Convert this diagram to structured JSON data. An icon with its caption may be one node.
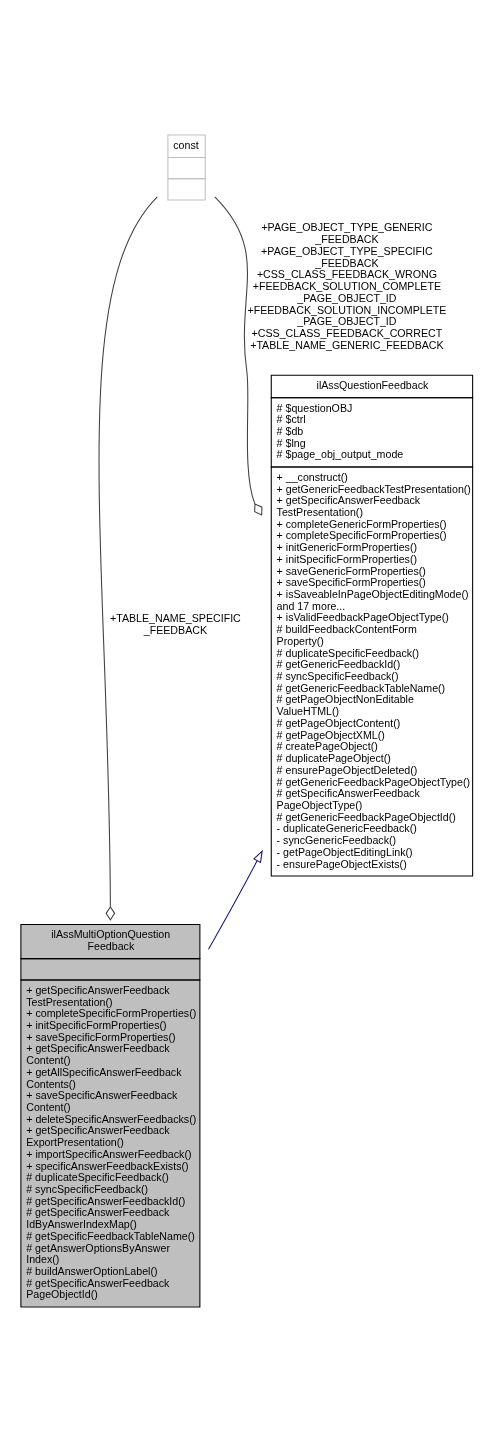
{
  "diagram": {
    "nodes": [
      {
        "text": [
          "const"
        ]
      },
      {
        "text": [
          "ilAssQuestionFeedback",
          "# $questionOBJ",
          "# $ctrl",
          "# $db",
          "# $lng",
          "# $page_obj_output_mode",
          "+ __construct()",
          "+ getGenericFeedbackTestPresentation()",
          "+ getSpecificAnswerFeedback TestPresentation()",
          "+ completeGenericFormProperties()",
          "+ completeSpecificFormProperties()",
          "+ initGenericFormProperties()",
          "+ initSpecificFormProperties()",
          "+ saveGenericFormProperties()",
          "+ saveSpecificFormProperties()",
          "+ isSaveableInPageObjectEditingMode()",
          "and 17 more...",
          "+ isValidFeedbackPageObjectType()",
          "# buildFeedbackContentForm Property()",
          "# duplicateSpecificFeedback()",
          "# getGenericFeedbackId()",
          "# syncSpecificFeedback()",
          "# getGenericFeedbackTableName()",
          "# getPageObjectNonEditable ValueHTML()",
          "# getPageObjectContent()",
          "# getPageObjectXML()",
          "# createPageObject()",
          "# duplicatePageObject()",
          "# ensurePageObjectDeleted()",
          "# getGenericFeedbackPageObjectType()",
          "# getSpecificAnswerFeedback PageObjectType()",
          "# getGenericFeedbackPageObjectId()",
          "- duplicateGenericFeedback()",
          "- syncGenericFeedback()",
          "- getPageObjectEditingLink()",
          "- ensurePageObjectExists()"
        ]
      },
      {
        "text": [
          "ilAssMultiOptionQuestion Feedback",
          "+ getSpecificAnswerFeedback TestPresentation()",
          "+ completeSpecificFormProperties()",
          "+ initSpecificFormProperties()",
          "+ saveSpecificFormProperties()",
          "+ getSpecificAnswerFeedback Content()",
          "+ getAllSpecificAnswerFeedback Contents()",
          "+ saveSpecificAnswerFeedback Content()",
          "+ deleteSpecificAnswerFeedbacks()",
          "+ getSpecificAnswerFeedback ExportPresentation()",
          "+ importSpecificAnswerFeedback()",
          "+ specificAnswerFeedbackExists()",
          "# duplicateSpecificFeedback()",
          "# syncSpecificFeedback()",
          "# getSpecificAnswerFeedbackId()",
          "# getSpecificAnswerFeedback IdByAnswerIndexMap()",
          "# getSpecificFeedbackTableName()",
          "# getAnswerOptionsByAnswer Index()",
          "# buildAnswerOptionLabel()",
          "# getSpecificAnswerFeedback PageObjectId()"
        ]
      }
    ],
    "edges": [
      {
        "from": 0,
        "to": 1,
        "arrow": "other",
        "label": "+PAGE_OBJECT_TYPE_GENERIC _FEEDBACK +PAGE_OBJECT_TYPE_SPECIFIC _FEEDBACK +CSS_CLASS_FEEDBACK_WRONG +FEEDBACK_SOLUTION_COMPLETE _PAGE_OBJECT_ID +FEEDBACK_SOLUTION_INCOMPLETE _PAGE_OBJECT_ID +CSS_CLASS_FEEDBACK_CORRECT +TABLE_NAME_GENERIC_FEEDBACK"
      },
      {
        "from": 0,
        "to": 2,
        "arrow": "other",
        "label": "+TABLE_NAME_SPECIFIC _FEEDBACK"
      },
      {
        "from": 2,
        "to": 1,
        "arrow": "to",
        "color": "#191970"
      }
    ]
  }
}
